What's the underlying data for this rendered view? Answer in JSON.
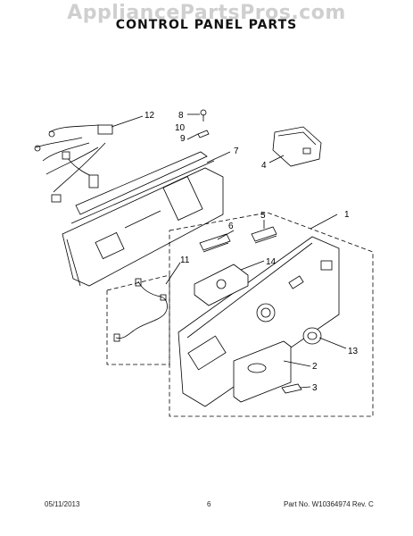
{
  "watermark": "AppliancePartsPros.com",
  "title": "CONTROL PANEL PARTS",
  "callouts": [
    "12",
    "8",
    "9",
    "10",
    "7",
    "4",
    "6",
    "5",
    "1",
    "11",
    "14",
    "13",
    "2",
    "3"
  ],
  "footer": {
    "date": "05/11/2013",
    "page": "6",
    "part": "Part No. W10364974  Rev. C"
  }
}
